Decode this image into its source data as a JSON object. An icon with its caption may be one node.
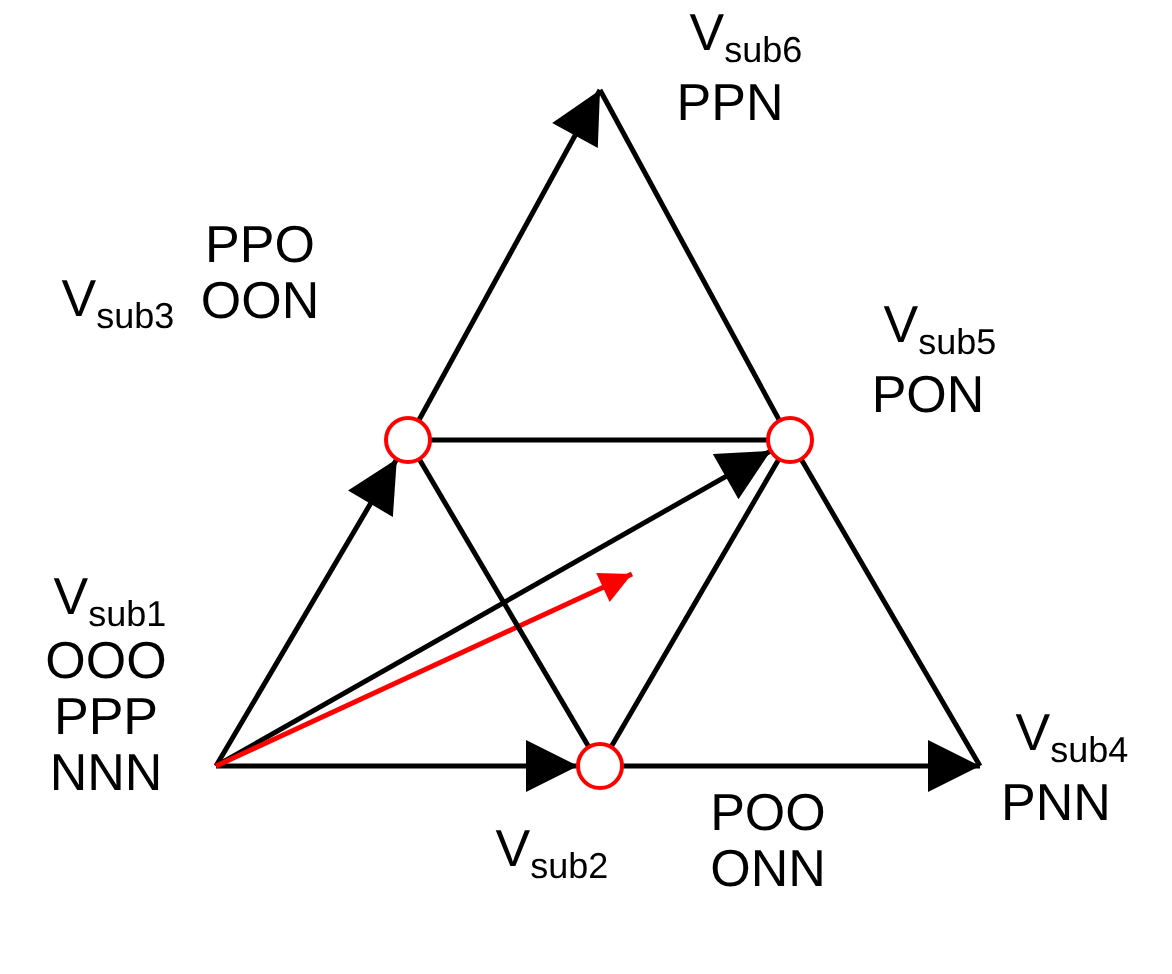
{
  "diagram": {
    "nodes": [
      {
        "text": [
          "V$_{sub1}$",
          "OOO PPP NNN"
        ]
      },
      {
        "text": [
          "V$_{sub2}$",
          "POO ONN"
        ]
      },
      {
        "text": [
          "V$_{sub3}$",
          "PPO OON"
        ]
      },
      {
        "text": [
          "V$_{sub4}$",
          "PNN"
        ]
      },
      {
        "text": [
          "V$_{sub5}$",
          "PON"
        ]
      },
      {
        "text": [
          "V$_{sub6}$",
          "PPN"
        ]
      }
    ],
    "edges": [
      {
        "from": 0,
        "to": 2,
        "arrow": "to"
      },
      {
        "from": 2,
        "to": 5,
        "arrow": "to"
      },
      {
        "from": 0,
        "to": 1,
        "arrow": "to"
      },
      {
        "from": 1,
        "to": 3,
        "arrow": "to"
      },
      {
        "from": 0,
        "to": 4,
        "arrow": "to"
      },
      {
        "from": 0,
        "to": null,
        "arrow": "to",
        "color": "#ff0000"
      },
      {
        "from": 2,
        "to": 4,
        "arrow": "none"
      },
      {
        "from": 2,
        "to": 1,
        "arrow": "none"
      },
      {
        "from": 4,
        "to": 1,
        "arrow": "none"
      },
      {
        "from": 5,
        "to": 4,
        "arrow": "none"
      },
      {
        "from": 4,
        "to": 3,
        "arrow": "none"
      }
    ]
  }
}
